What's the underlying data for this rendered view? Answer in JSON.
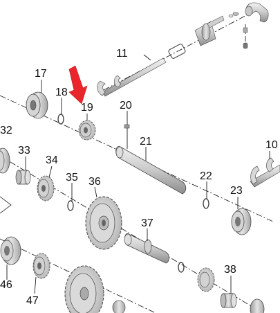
{
  "diagram": {
    "callouts": {
      "p10": "10",
      "p11": "11",
      "p17": "17",
      "p18": "18",
      "p19": "19",
      "p20": "20",
      "p21": "21",
      "p22": "22",
      "p23": "23",
      "p32": "32",
      "p33": "33",
      "p34": "34",
      "p35": "35",
      "p36": "36",
      "p37": "37",
      "p38": "38",
      "p46": "46",
      "p47": "47"
    },
    "colors": {
      "part_light": "#e6e6e6",
      "part_mid": "#bdbdbd",
      "part_dark": "#7a7a7a",
      "outline": "#444444",
      "highlight_arrow": "#e8262b"
    }
  }
}
